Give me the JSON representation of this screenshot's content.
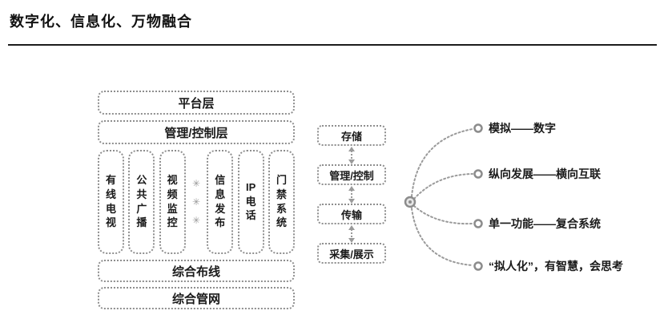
{
  "title": "数字化、信息化、万物融合",
  "left_stack": {
    "platform": "平台层",
    "management": "管理/控制层",
    "systems": [
      {
        "type": "box",
        "id": "cable-tv",
        "chars": [
          "有",
          "线",
          "电",
          "视"
        ]
      },
      {
        "type": "box",
        "id": "public-broadcast",
        "chars": [
          "公",
          "共",
          "广",
          "播"
        ]
      },
      {
        "type": "box",
        "id": "video-surveillance",
        "chars": [
          "视",
          "频",
          "监",
          "控"
        ]
      },
      {
        "type": "separator",
        "symbols": [
          "✳",
          "✳",
          "✳"
        ]
      },
      {
        "type": "box",
        "id": "info-publishing",
        "chars": [
          "信",
          "息",
          "发",
          "布"
        ]
      },
      {
        "type": "box",
        "id": "ip-phone",
        "chars": [
          "IP",
          "电",
          "话"
        ]
      },
      {
        "type": "box",
        "id": "access-control",
        "chars": [
          "门",
          "禁",
          "系",
          "统"
        ]
      }
    ],
    "wiring": "综合布线",
    "pipe_network": "综合管网"
  },
  "middle_flow": {
    "steps": [
      "存储",
      "管理/控制",
      "传输",
      "采集/展示"
    ]
  },
  "right_fan": {
    "items": [
      "模拟——数字",
      "纵向发展——横向互联",
      "单一功能——复合系统",
      "“拟人化”，有智慧，会思考"
    ]
  },
  "colors": {
    "box_border": "#8e8e8e",
    "connector": "#9a9a9a",
    "text": "#1a1a1a",
    "rule": "#1c1c1c"
  }
}
